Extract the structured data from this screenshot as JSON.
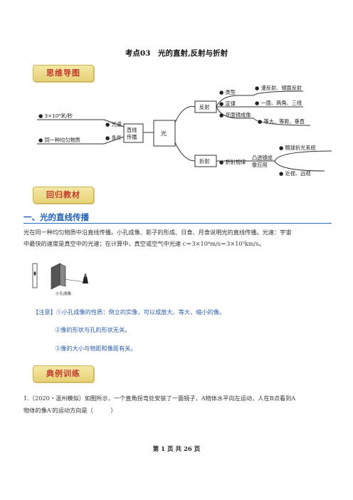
{
  "title": "考点03　光的直射,反射与折射",
  "tags": {
    "mindmap": "思维导图",
    "review": "回归教材",
    "practice": "典例训练"
  },
  "mindmap": {
    "root": "光",
    "hub": "直线传播",
    "hub_left": [
      {
        "label": "光速",
        "detail": "3×10⁸米/秒"
      },
      {
        "label": "条件",
        "detail": "同一种均匀物质"
      }
    ],
    "reflect": {
      "label": "反射",
      "items": [
        {
          "label": "类型",
          "detail": "漫反射、镜面反射"
        },
        {
          "label": "定律",
          "detail": "一面、两角、三线"
        },
        {
          "label": "平面镜成像",
          "detail": "等大、等距、垂直"
        }
      ]
    },
    "refract": {
      "label": "折射",
      "item": "折射规律",
      "sub": "凸透镜成像应用",
      "details": [
        "眼球折光系统",
        "近视、远视"
      ]
    }
  },
  "section1": {
    "heading": "一、光的直线传播",
    "para_line1": "光在同一种均匀物质中沿直线传播。小孔成像、影子的形成、日食、月食说明光的直线传播。光速：宇宙",
    "para_line2": "中最快的速度是真空中的光速；在计算中，真空或空气中光速 c＝3×10⁸m/s＝3×10⁵km/s。",
    "figure_caption": "小孔成像"
  },
  "notes": {
    "line1": "【注意】①小孔成像的性质：倒立的实像，可以成放大、等大、缩小的像。",
    "line2": "②像的形状与孔的形状无关。",
    "line3": "③像的大小与物距和像距有关。"
  },
  "question1": {
    "line1": "1.（2020・温州模拟）如图所示，一个直角拐弯处安装了一面镜子，A物体水平向左运动，人在B点看到A",
    "line2": "物体的像A′的运动方向是（　　　）"
  },
  "footer": "第 1 页 共 26 页"
}
